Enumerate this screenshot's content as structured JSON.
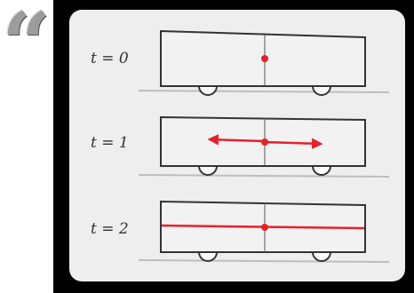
{
  "decoration": {
    "quote_glyph": "“"
  },
  "diagram": {
    "rows": [
      {
        "label": "t = 0",
        "red_extent": "point"
      },
      {
        "label": "t = 1",
        "red_extent": "arrows"
      },
      {
        "label": "t = 2",
        "red_extent": "full"
      }
    ],
    "colors": {
      "outline": "#333333",
      "box_fill": "#f2f2f2",
      "track": "#bdbdbd",
      "red": "#e8202a"
    }
  }
}
